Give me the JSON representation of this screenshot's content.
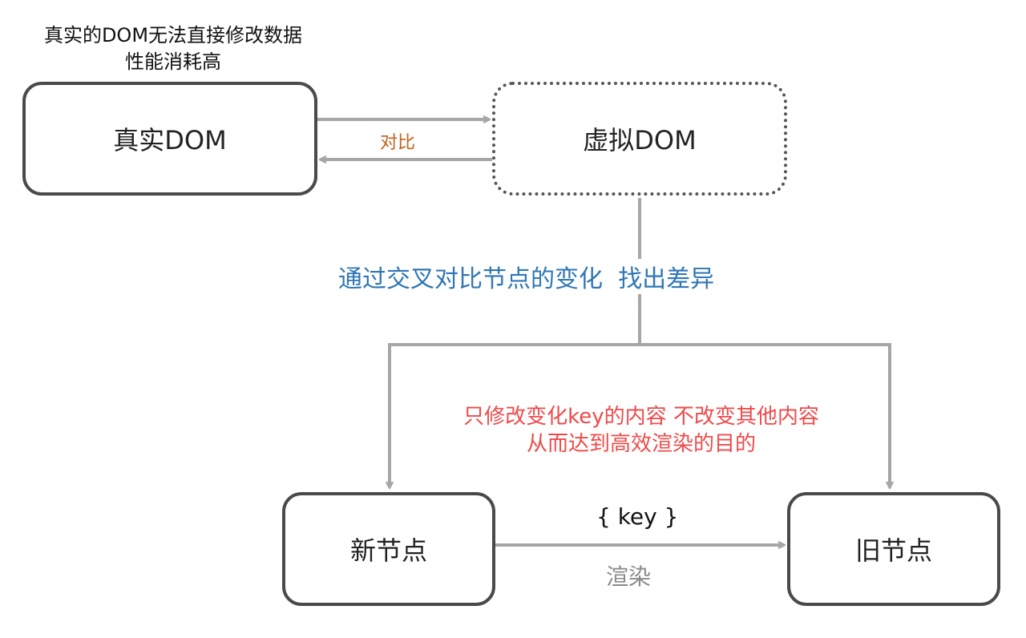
{
  "top_note": {
    "line1": "真实的DOM无法直接修改数据",
    "line2": "性能消耗高"
  },
  "nodes": {
    "real_dom": "真实DOM",
    "virtual_dom": "虚拟DOM",
    "new_node": "新节点",
    "old_node": "旧节点"
  },
  "edges": {
    "compare": "对比",
    "diff": "通过交叉对比节点的变化  找出差异",
    "key": "{ key }",
    "render": "渲染"
  },
  "explanation": {
    "line1": "只修改变化key的内容 不改变其他内容",
    "line2": "从而达到高效渲染的目的"
  },
  "colors": {
    "compare_label": "#c0631c",
    "diff_label": "#2f77b4",
    "explanation": "#ef4a4a",
    "render_label": "#8a8a8a",
    "arrows": "#a6a6a6",
    "box_border": "#4a4a4a"
  }
}
